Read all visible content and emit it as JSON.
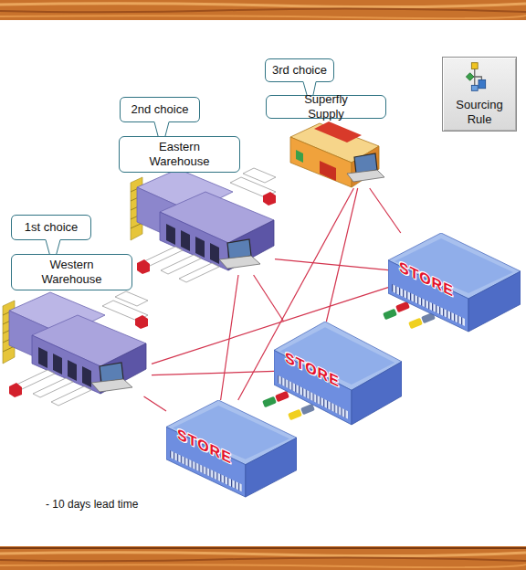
{
  "diagram": {
    "nodes": [
      {
        "text": [
          "3rd choice"
        ]
      },
      {
        "text": [
          "Sourcing Rule"
        ]
      },
      {
        "text": [
          "Superfly Supply"
        ]
      },
      {
        "text": [
          "2nd choice"
        ]
      },
      {
        "text": [
          "Eastern Warehouse"
        ]
      },
      {
        "text": [
          "1st choice"
        ]
      },
      {
        "text": [
          "Western Warehouse"
        ]
      },
      {
        "text": [
          "STORE"
        ]
      },
      {
        "text": [
          "STORE"
        ]
      },
      {
        "text": [
          "STORE"
        ]
      }
    ],
    "edges": [
      {
        "from": 2,
        "to": 7,
        "arrow": "none"
      },
      {
        "from": 2,
        "to": 8,
        "arrow": "none"
      },
      {
        "from": 2,
        "to": 9,
        "arrow": "none"
      },
      {
        "from": 4,
        "to": 7,
        "arrow": "none"
      },
      {
        "from": 4,
        "to": 8,
        "arrow": "none"
      },
      {
        "from": 4,
        "to": 9,
        "arrow": "none"
      },
      {
        "from": 6,
        "to": 7,
        "arrow": "none"
      },
      {
        "from": 6,
        "to": 8,
        "arrow": "none"
      },
      {
        "from": 6,
        "to": 9,
        "arrow": "none"
      }
    ],
    "labels": [
      "- 10 days lead time"
    ]
  }
}
